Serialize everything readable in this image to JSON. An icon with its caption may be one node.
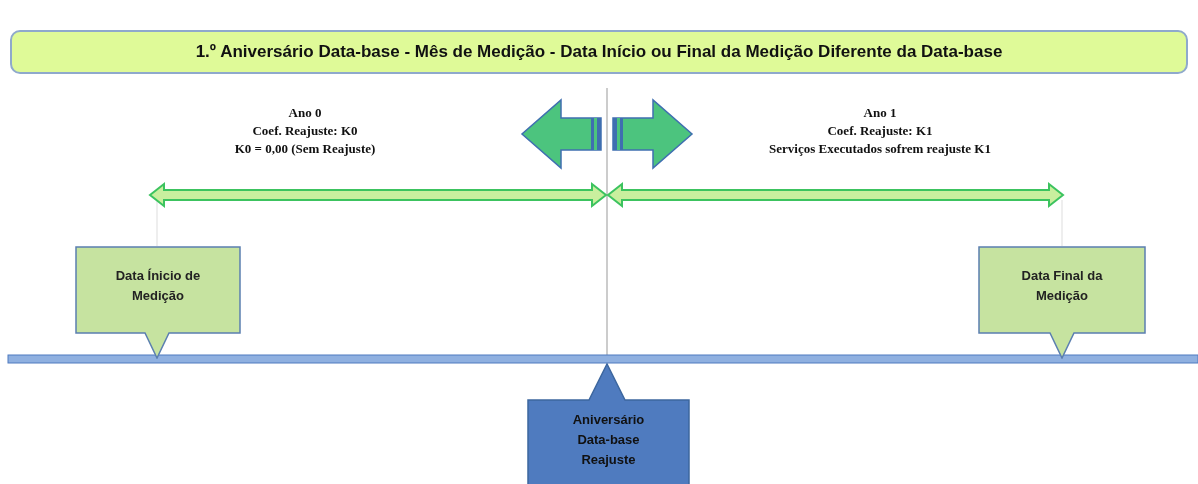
{
  "diagram": {
    "title": "1.º Aniversário Data-base - Mês de Medição - Data Início ou Final da Medição Diferente da Data-base",
    "nodes": [
      {
        "text": [
          "Data Ínicio de Medição"
        ]
      },
      {
        "text": [
          "Data Final da Medição"
        ]
      },
      {
        "text": [
          "Aniversário Data-base Reajuste"
        ]
      }
    ],
    "labels": [
      "Ano 0",
      "Coef. Reajuste: K0",
      "K0 = 0,00 (Sem Reajuste)",
      "Ano 1",
      "Coef. Reajuste: K1",
      "Serviços Executados sofrem reajuste K1"
    ]
  }
}
